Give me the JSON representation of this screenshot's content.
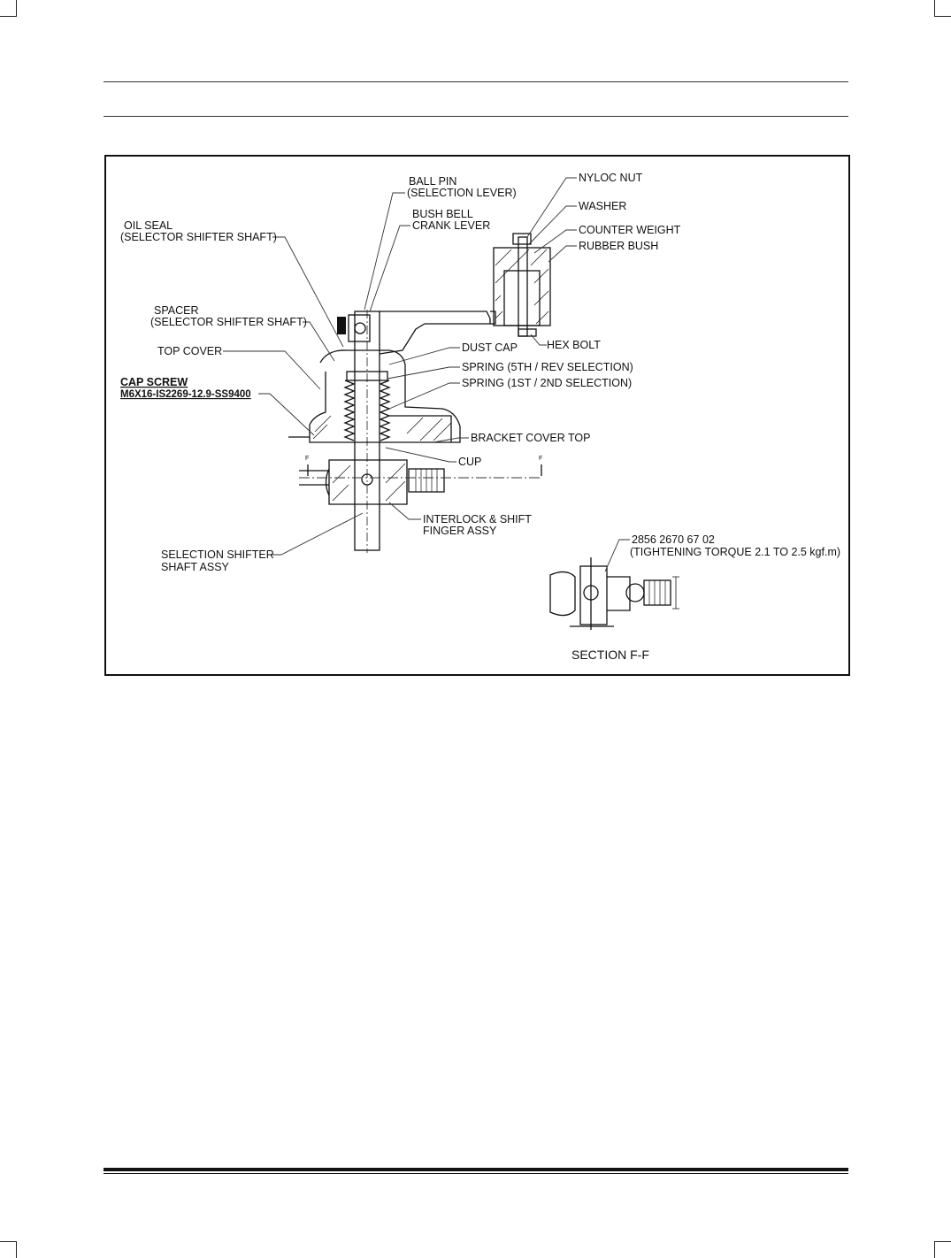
{
  "callouts": {
    "ball_pin_1": "BALL PIN",
    "ball_pin_2": "(SELECTION LEVER)",
    "bush_bell_1": "BUSH BELL",
    "bush_bell_2": "CRANK LEVER",
    "oil_seal_1": "OIL SEAL",
    "oil_seal_2": "(SELECTOR SHIFTER SHAFT)",
    "spacer_1": "SPACER",
    "spacer_2": "(SELECTOR SHIFTER SHAFT)",
    "top_cover": "TOP COVER",
    "cap_screw_1": "CAP SCREW",
    "cap_screw_2": "M6X16-IS2269-12.9-SS9400",
    "nyloc_nut": "NYLOC NUT",
    "washer": "WASHER",
    "counter_weight": "COUNTER WEIGHT",
    "rubber_bush": "RUBBER BUSH",
    "hex_bolt": "HEX BOLT",
    "dust_cap": "DUST CAP",
    "spring_5th": "SPRING (5TH / REV SELECTION)",
    "spring_1st": "SPRING (1ST / 2ND SELECTION)",
    "bracket_cover_top": "BRACKET COVER TOP",
    "cup": "CUP",
    "interlock_1": "INTERLOCK & SHIFT",
    "interlock_2": "FINGER ASSY",
    "selection_shaft_1": "SELECTION SHIFTER",
    "selection_shaft_2": "SHAFT ASSY",
    "part_no": "2856 2670 67 02",
    "torque": "(TIGHTENING TORQUE 2.1 TO 2.5 kgf.m)",
    "section_title": "SECTION F-F",
    "section_mark_left": "F",
    "section_mark_right": "F"
  }
}
